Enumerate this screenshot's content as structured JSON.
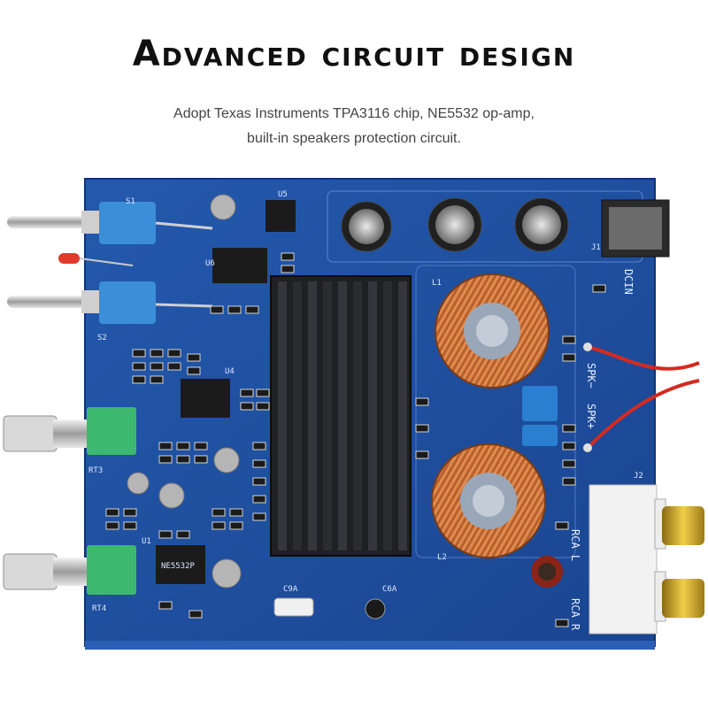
{
  "heading": {
    "title": "Advanced circuit design",
    "line1": "Adopt Texas Instruments TPA3116 chip, NE5532 op-amp,",
    "line2": "built-in speakers protection circuit."
  },
  "board": {
    "labels": {
      "dcin": "DCIN",
      "spk_minus": "SPK−",
      "spk_plus": "SPK+",
      "rca_l": "RCA L",
      "rca_r": "RCA R",
      "j2": "J2",
      "j1": "J1",
      "s1": "S1",
      "s2": "S2",
      "u1": "U1",
      "u4": "U4",
      "u5": "U5",
      "u6": "U6",
      "l1": "L1",
      "l2": "L2",
      "rt3": "RT3",
      "rt4": "RT4",
      "c9a": "C9A",
      "c6a": "C6A",
      "chip_text": "NE5532P"
    }
  },
  "colors": {
    "pcb": "#1f4f9e",
    "pcb_edge": "#163d80",
    "heatsink": "#222326",
    "copper": "#c8703a",
    "knob_green": "#3db86f",
    "cap_blue": "#2a7fd0",
    "wire_red": "#d62a1f"
  }
}
